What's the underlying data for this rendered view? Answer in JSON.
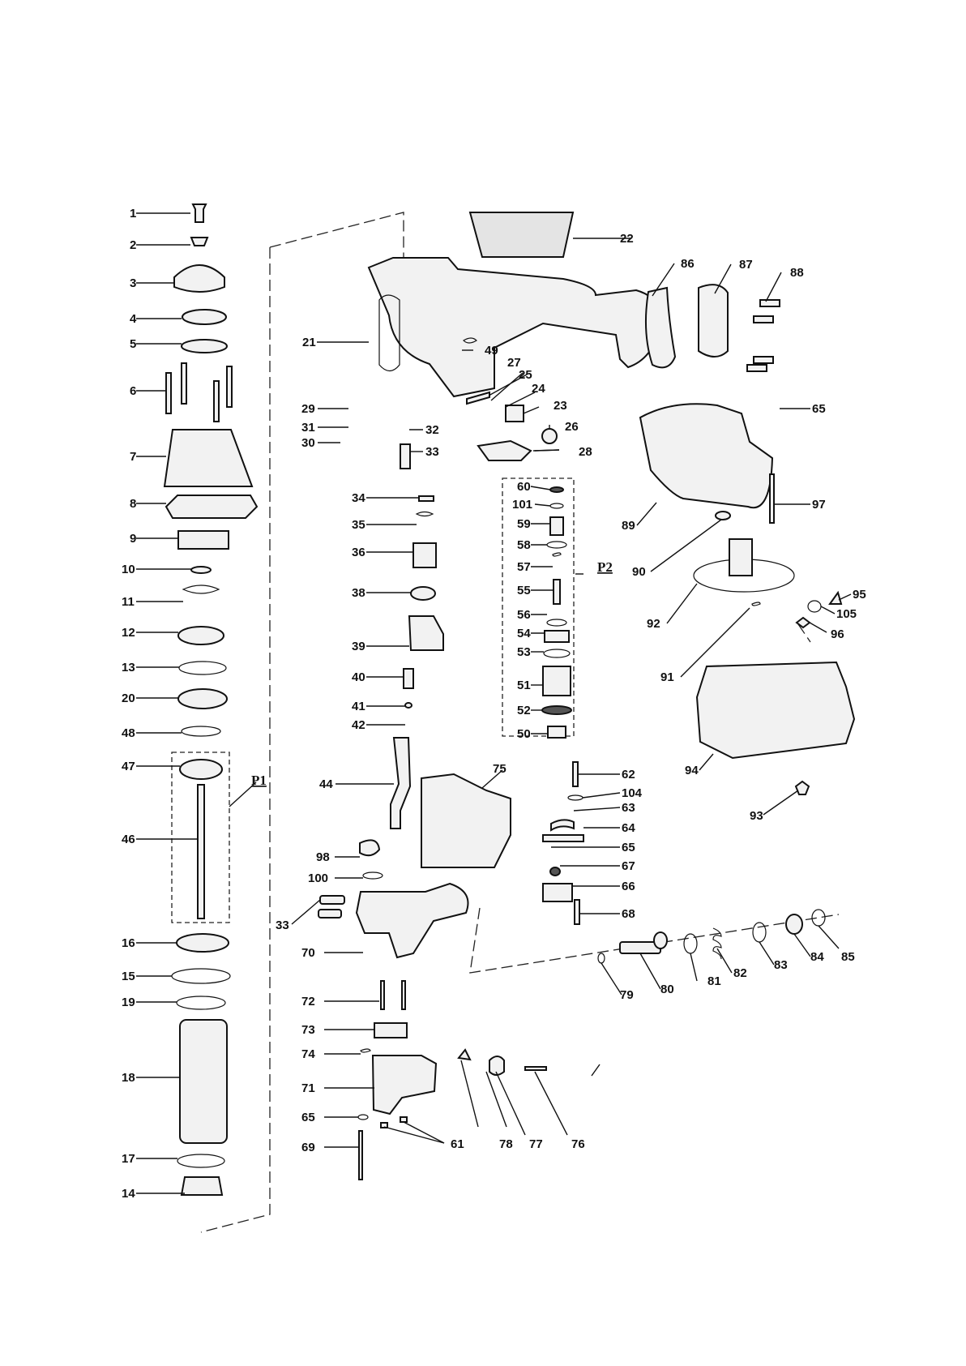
{
  "parts": {
    "p1": "1",
    "p2": "2",
    "p3": "3",
    "p4": "4",
    "p5": "5",
    "p6": "6",
    "p7": "7",
    "p8": "8",
    "p9": "9",
    "p10": "10",
    "p11": "11",
    "p12": "12",
    "p13": "13",
    "p14": "14",
    "p15": "15",
    "p16": "16",
    "p17": "17",
    "p18": "18",
    "p19": "19",
    "p20": "20",
    "p21": "21",
    "p22": "22",
    "p23": "23",
    "p24": "24",
    "p25": "25",
    "p26": "26",
    "p27": "27",
    "p28": "28",
    "p29": "29",
    "p30": "30",
    "p31": "31",
    "p32": "32",
    "p33a": "33",
    "p33b": "33",
    "p34": "34",
    "p35": "35",
    "p36": "36",
    "p38": "38",
    "p39": "39",
    "p40": "40",
    "p41": "41",
    "p42": "42",
    "p44": "44",
    "p46": "46",
    "p47": "47",
    "p48": "48",
    "p49": "49",
    "p50": "50",
    "p51": "51",
    "p52": "52",
    "p53": "53",
    "p54": "54",
    "p55": "55",
    "p56": "56",
    "p57": "57",
    "p58": "58",
    "p59": "59",
    "p60": "60",
    "p61": "61",
    "p62": "62",
    "p63": "63",
    "p64": "64",
    "p65a": "65",
    "p65b": "65",
    "p65c": "65",
    "p66": "66",
    "p67": "67",
    "p68": "68",
    "p69": "69",
    "p70": "70",
    "p71": "71",
    "p72": "72",
    "p73": "73",
    "p74": "74",
    "p75": "75",
    "p76": "76",
    "p77": "77",
    "p78": "78",
    "p79": "79",
    "p80": "80",
    "p81": "81",
    "p82": "82",
    "p83": "83",
    "p84": "84",
    "p85": "85",
    "p86": "86",
    "p87": "87",
    "p88": "88",
    "p89": "89",
    "p90": "90",
    "p91": "91",
    "p92": "92",
    "p93": "93",
    "p94": "94",
    "p95": "95",
    "p96": "96",
    "p97": "97",
    "p98": "98",
    "p100": "100",
    "p101": "101",
    "p104": "104",
    "p105": "105"
  },
  "groups": {
    "g1": "P1",
    "g2": "P2"
  }
}
